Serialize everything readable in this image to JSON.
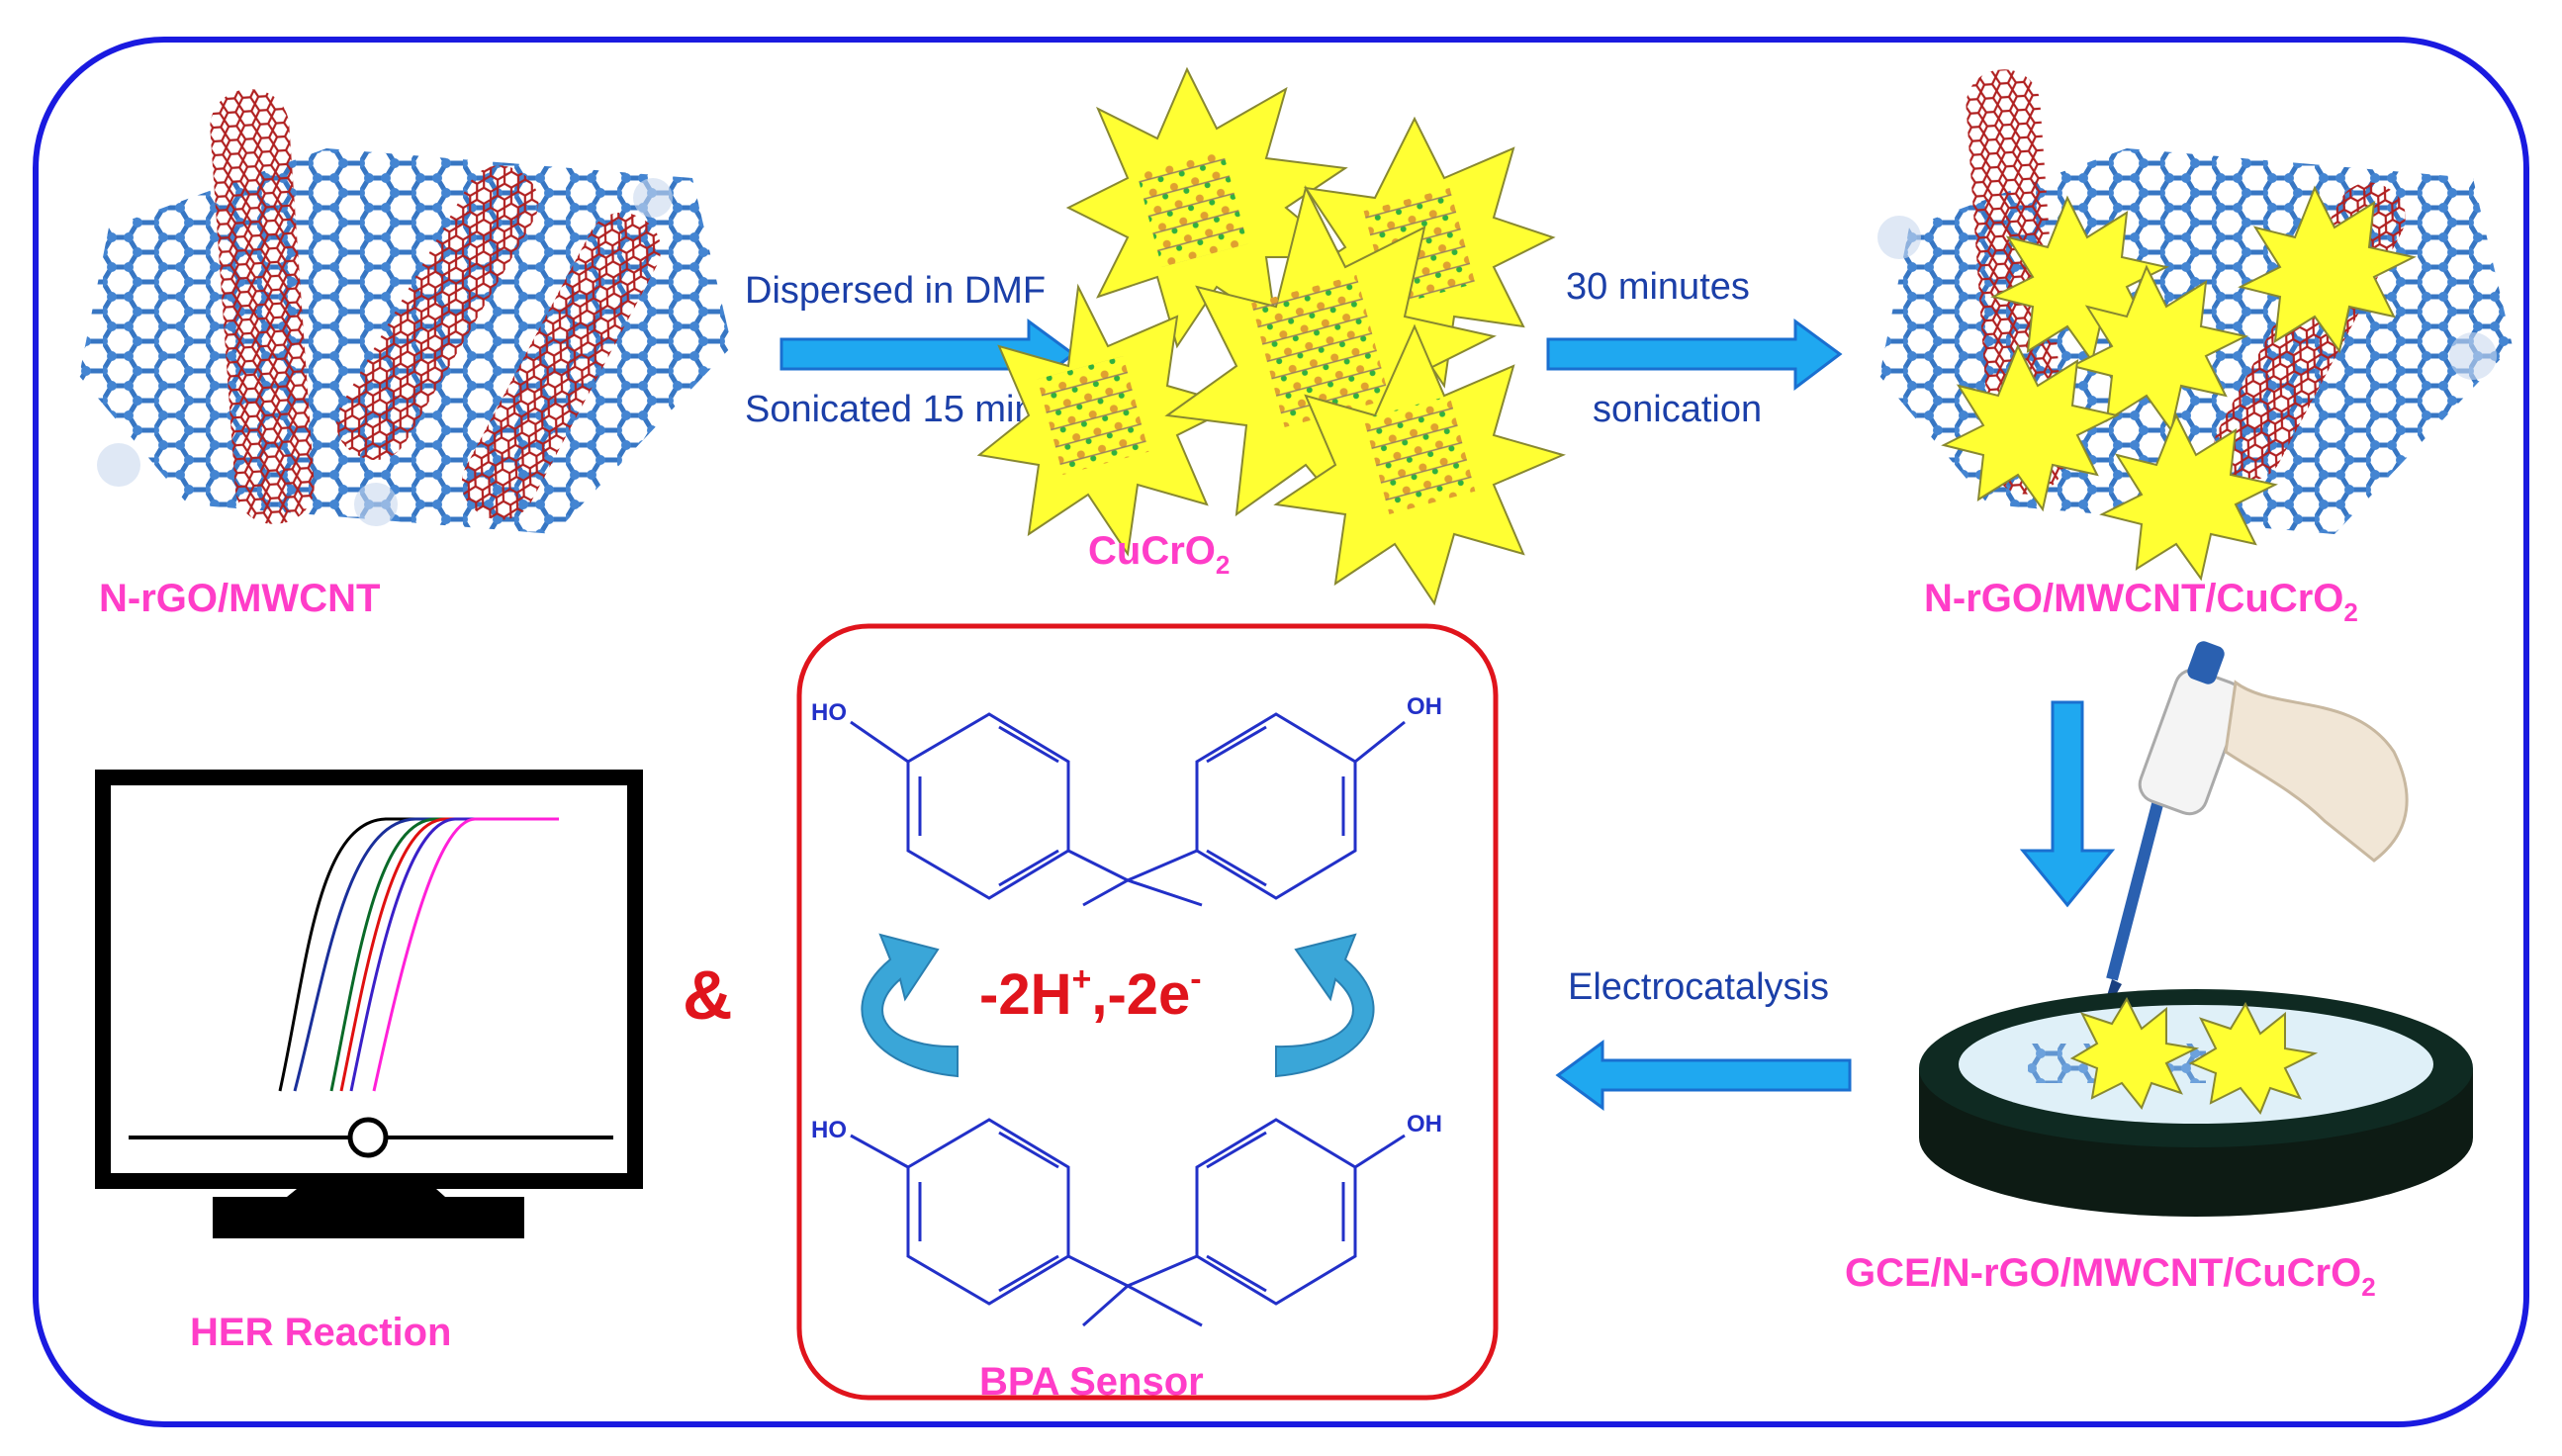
{
  "labels": {
    "nrgo_mwcnt": "N-rGO/MWCNT",
    "cucro2_base": "CuCrO",
    "cucro2_sub": "2",
    "composite_base": "N-rGO/MWCNT/CuCrO",
    "composite_sub": "2",
    "gce_base": "GCE/N-rGO/MWCNT/CuCrO",
    "gce_sub": "2",
    "her_reaction": "HER Reaction",
    "bpa_sensor": "BPA Sensor",
    "ampersand": "&"
  },
  "steps": {
    "dispersed": "Dispersed in DMF",
    "sonicated": "Sonicated 15 min",
    "minutes": "30 minutes",
    "sonication": "sonication",
    "electrocatalysis": "Electrocatalysis"
  },
  "reaction": {
    "part1": "-2H",
    "sup1": "+",
    "part2": ",-2e",
    "sup2": "-"
  },
  "chem_labels": {
    "oh": "OH",
    "ho": "HO"
  },
  "colors": {
    "frame": "#1a1ae0",
    "label_pink": "#ff3dc8",
    "arrow_blue": "#1fa8f0",
    "box_red": "#e0141c",
    "graphene_blue": "#2c6fc0",
    "nanotube_red": "#b02020",
    "crystal_yellow": "#ffff33"
  },
  "icons": {
    "graphene": "graphene-sheet-icon",
    "nanotube": "nanotube-icon",
    "crystal": "cucro2-crystal-icon",
    "monitor": "monitor-icon",
    "pipette": "pipette-icon",
    "electrode": "electrode-icon"
  }
}
